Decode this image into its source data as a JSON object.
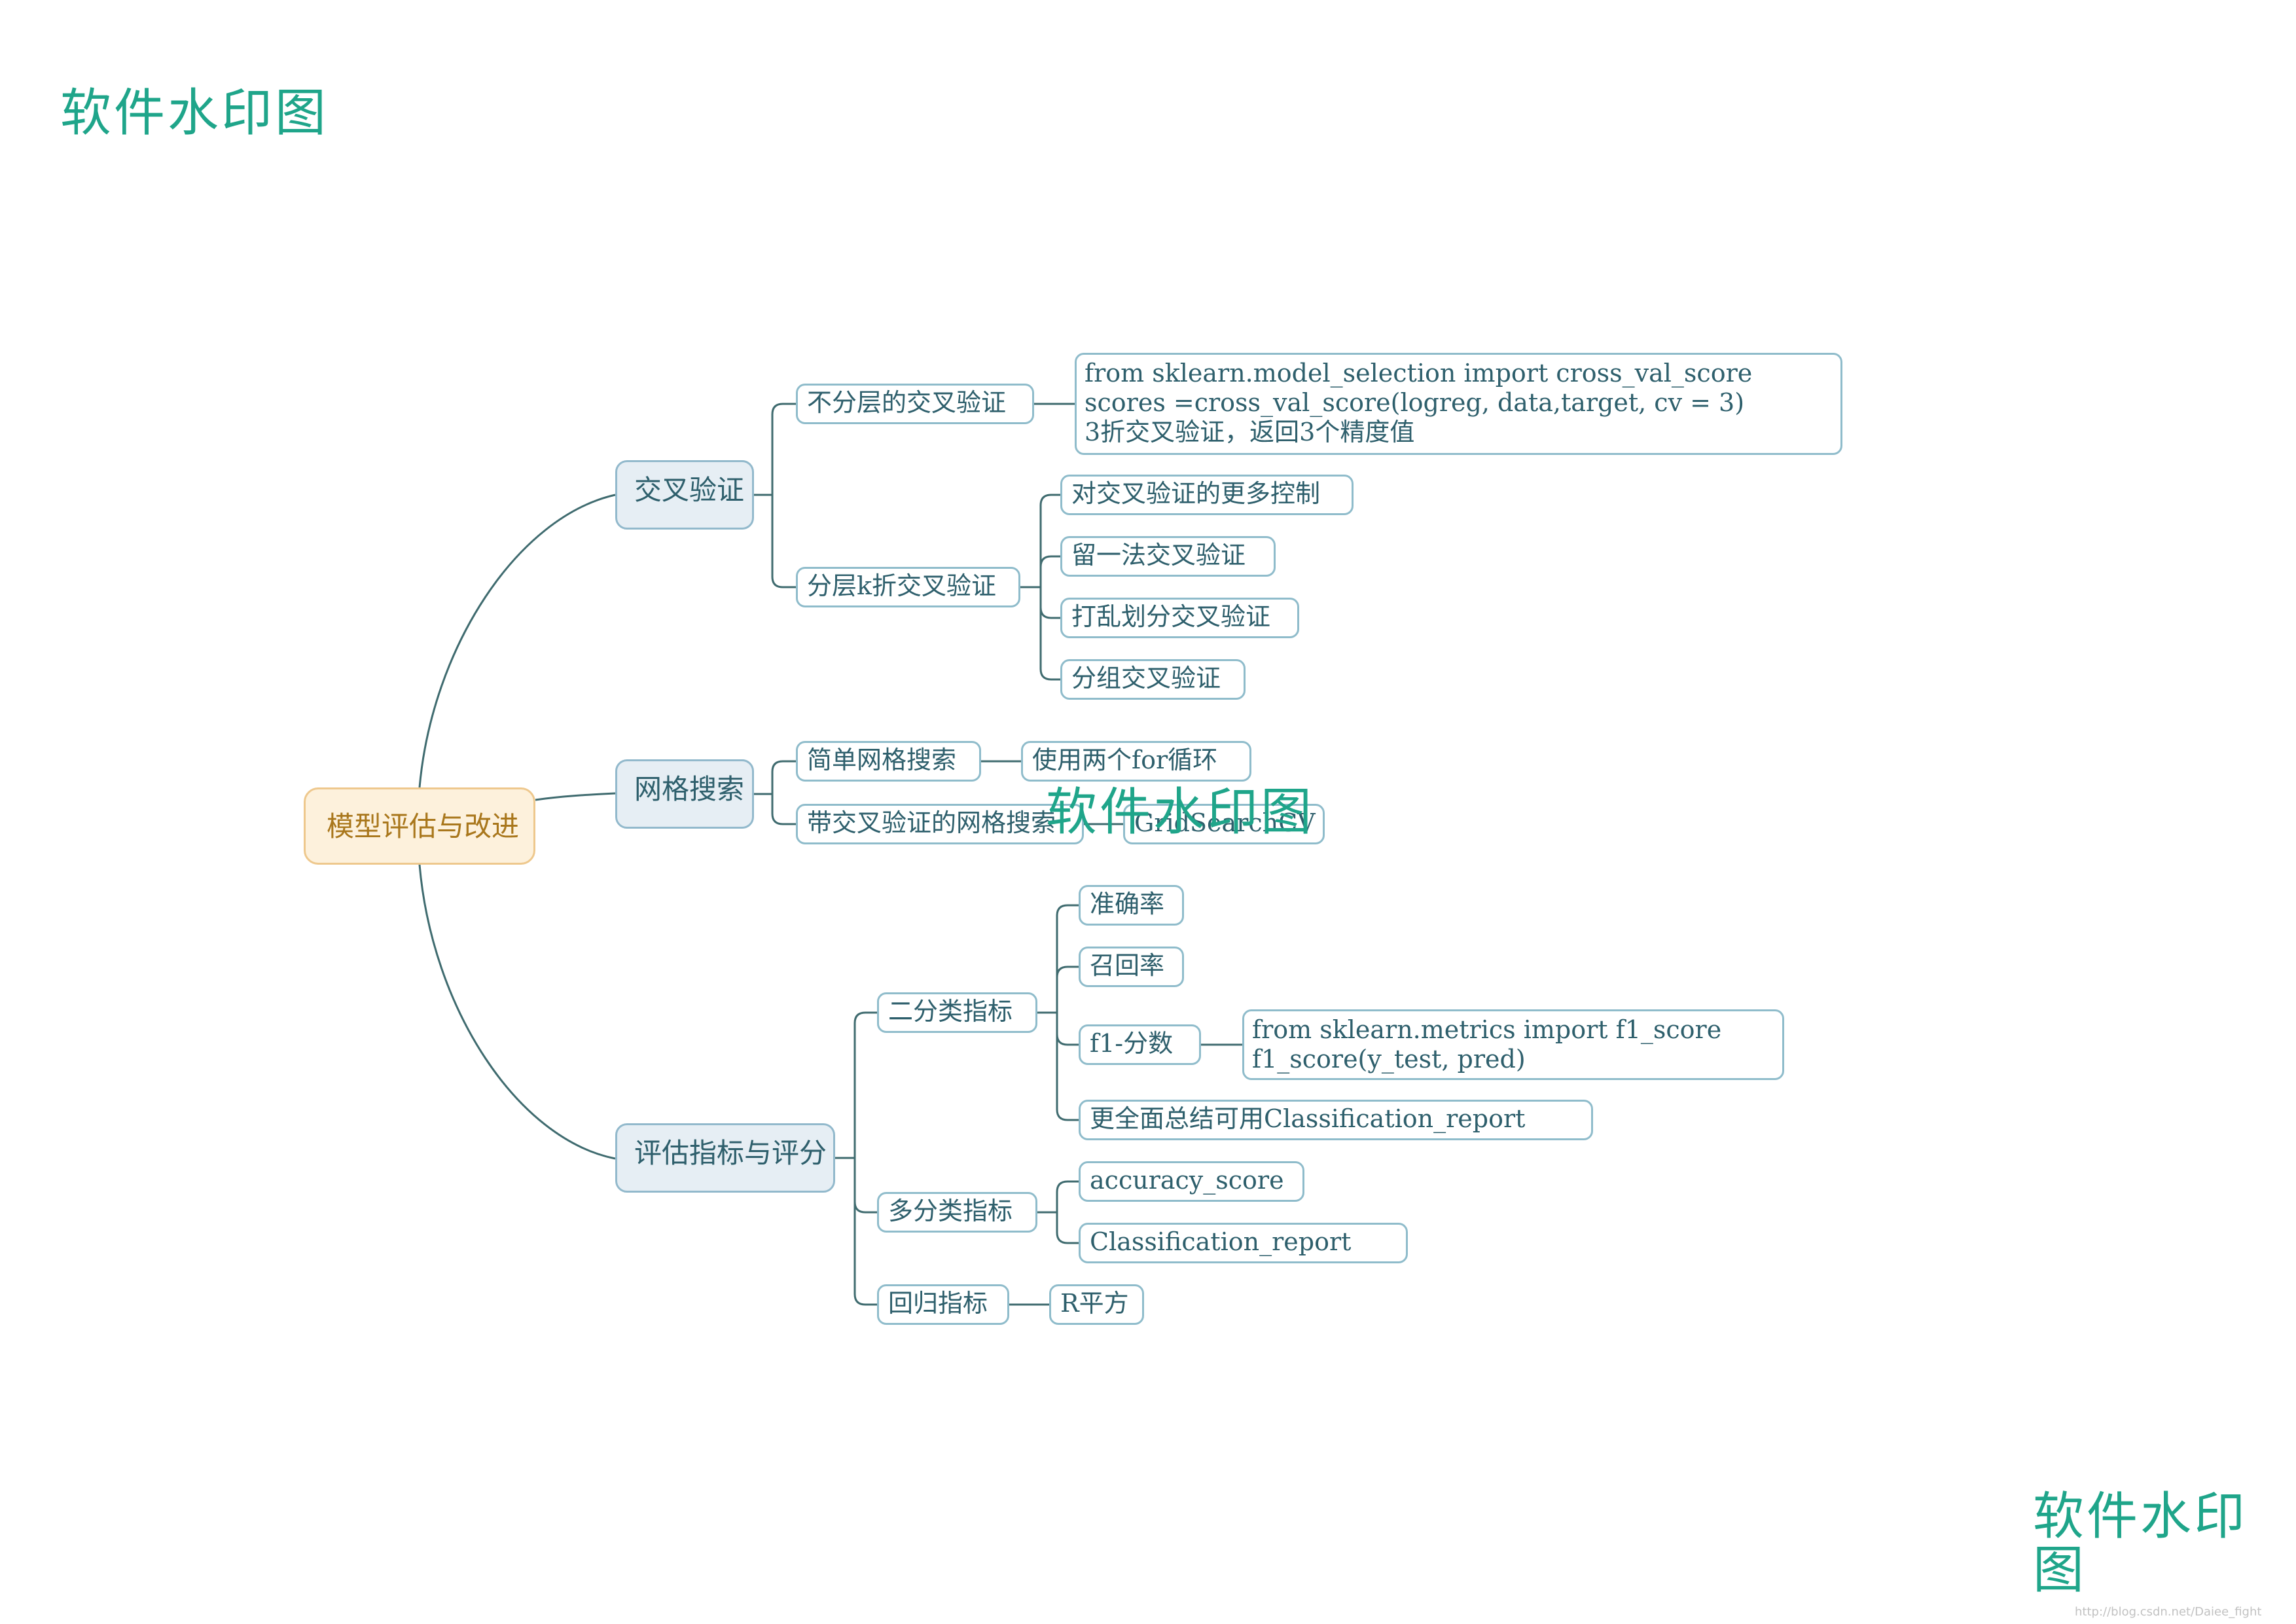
{
  "watermark_top_left": "软件水印图",
  "watermark_center": "软件水印图",
  "watermark_bottom_right": "软件水印图",
  "credit": "http://blog.csdn.net/Daiee_fight",
  "colors": {
    "line": "#3f6b6f",
    "node_border": "#8fbccb",
    "root_fill": "#fdf1dc",
    "root_border": "#eec88d",
    "level1_fill": "#e6eef4",
    "watermark": "#1fa58a"
  },
  "root": {
    "label": "模型评估与改进"
  },
  "branches": [
    {
      "label": "交叉验证",
      "children": [
        {
          "label": "不分层的交叉验证",
          "children": [
            {
              "lines": [
                "from sklearn.model_selection import cross_val_score",
                "scores =cross_val_score(logreg, data,target, cv = 3)",
                "3折交叉验证，返回3个精度值"
              ]
            }
          ]
        },
        {
          "label": "分层k折交叉验证",
          "children": [
            {
              "label": "对交叉验证的更多控制"
            },
            {
              "label": "留一法交叉验证"
            },
            {
              "label": "打乱划分交叉验证"
            },
            {
              "label": "分组交叉验证"
            }
          ]
        }
      ]
    },
    {
      "label": "网格搜索",
      "children": [
        {
          "label": "简单网格搜索",
          "children": [
            {
              "label": "使用两个for循环"
            }
          ]
        },
        {
          "label": "带交叉验证的网格搜索",
          "children": [
            {
              "label": "GridSearchCV"
            }
          ]
        }
      ]
    },
    {
      "label": "评估指标与评分",
      "children": [
        {
          "label": "二分类指标",
          "children": [
            {
              "label": "准确率"
            },
            {
              "label": "召回率"
            },
            {
              "label": "f1-分数",
              "children": [
                {
                  "lines": [
                    "from sklearn.metrics import f1_score",
                    "f1_score(y_test, pred)"
                  ]
                }
              ]
            },
            {
              "label": "更全面总结可用Classification_report"
            }
          ]
        },
        {
          "label": "多分类指标",
          "children": [
            {
              "label": "accuracy_score"
            },
            {
              "label": "Classification_report"
            }
          ]
        },
        {
          "label": "回归指标",
          "children": [
            {
              "label": "R平方"
            }
          ]
        }
      ]
    }
  ]
}
